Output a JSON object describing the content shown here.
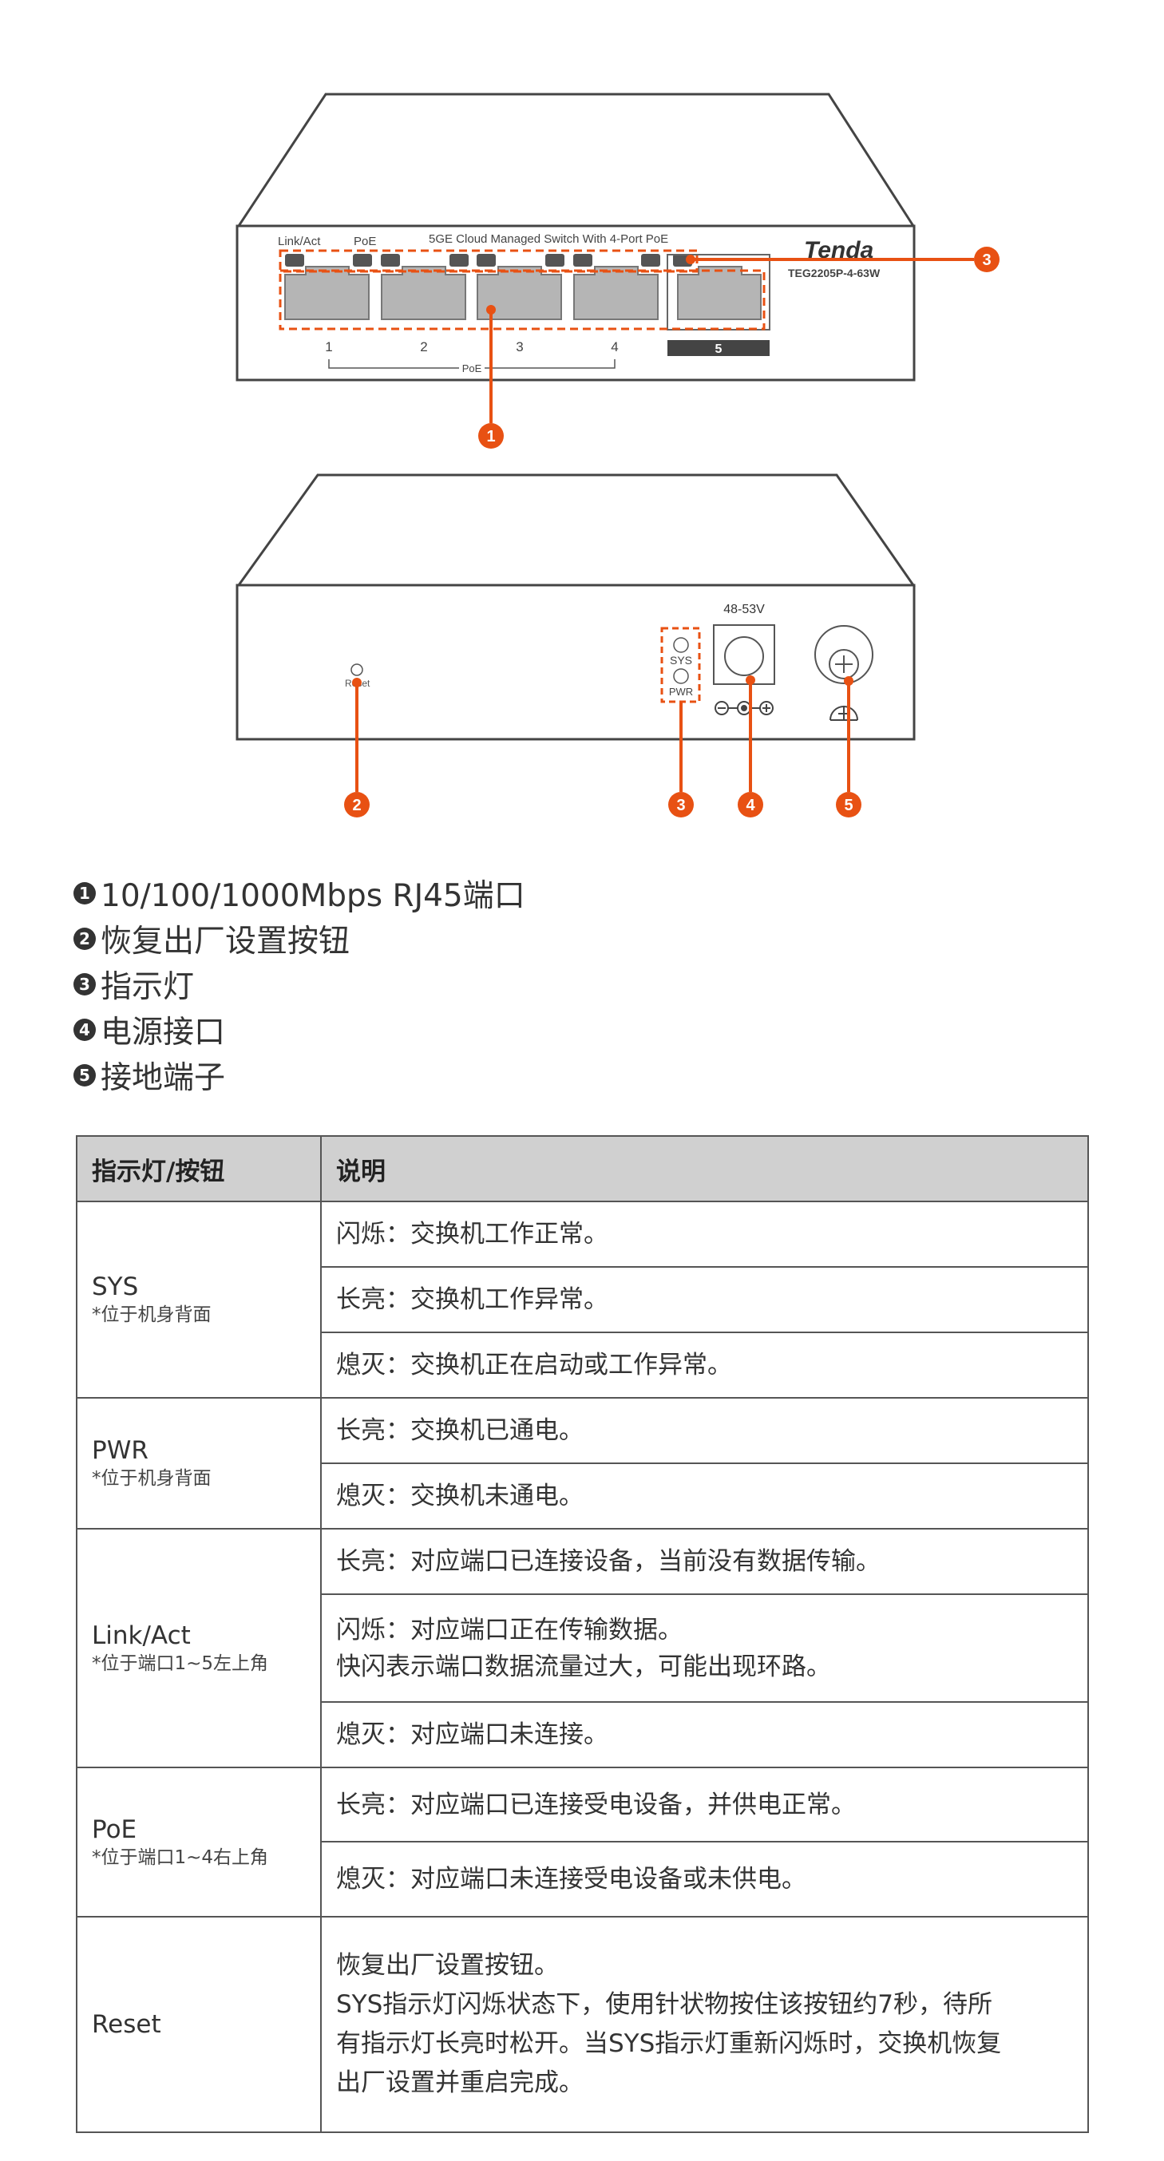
{
  "front_panel": {
    "label_link": "Link/Act",
    "label_poe": "PoE",
    "model_title": "5GE Cloud Managed Switch With 4-Port PoE",
    "brand": "Tenda",
    "model": "TEG2205P-4-63W",
    "ports": [
      "1",
      "2",
      "3",
      "4"
    ],
    "uplink_port": "5",
    "poe_group_label": "PoE"
  },
  "back_panel": {
    "reset_label": "Reset",
    "sys_label": "SYS",
    "pwr_label": "PWR",
    "voltage": "48-53V"
  },
  "callouts": [
    "1",
    "2",
    "3",
    "4",
    "5"
  ],
  "legend": [
    {
      "num": "1",
      "text": "10/100/1000Mbps RJ45端口"
    },
    {
      "num": "2",
      "text": "恢复出厂设置按钮"
    },
    {
      "num": "3",
      "text": "指示灯"
    },
    {
      "num": "4",
      "text": "电源接口"
    },
    {
      "num": "5",
      "text": "接地端子"
    }
  ],
  "table": {
    "headers": [
      "指示灯/按钮",
      "说明"
    ],
    "groups": [
      {
        "name": "SYS",
        "note": "*位于机身背面",
        "rows": [
          [
            "闪烁：交换机工作正常。"
          ],
          [
            "长亮：交换机工作异常。"
          ],
          [
            "熄灭：交换机正在启动或工作异常。"
          ]
        ]
      },
      {
        "name": "PWR",
        "note": "*位于机身背面",
        "rows": [
          [
            "长亮：交换机已通电。"
          ],
          [
            "熄灭：交换机未通电。"
          ]
        ]
      },
      {
        "name": "Link/Act",
        "note": "*位于端口1~5左上角",
        "rows": [
          [
            "长亮：对应端口已连接设备，当前没有数据传输。"
          ],
          [
            "闪烁：对应端口正在传输数据。",
            "快闪表示端口数据流量过大，可能出现环路。"
          ],
          [
            "熄灭：对应端口未连接。"
          ]
        ]
      },
      {
        "name": "PoE",
        "note": "*位于端口1~4右上角",
        "rows": [
          [
            "长亮：对应端口已连接受电设备，并供电正常。"
          ],
          [
            "熄灭：对应端口未连接受电设备或未供电。"
          ]
        ]
      },
      {
        "name": "Reset",
        "note": "",
        "rows": [
          [
            "恢复出厂设置按钮。",
            "SYS指示灯闪烁状态下，使用针状物按住该按钮约7秒，待所",
            "有指示灯长亮时松开。当SYS指示灯重新闪烁时，交换机恢复",
            "出厂设置并重启完成。"
          ]
        ]
      }
    ]
  },
  "colors": {
    "accent": "#e85113",
    "line": "#444444",
    "header_bg": "#d0d0d0"
  }
}
